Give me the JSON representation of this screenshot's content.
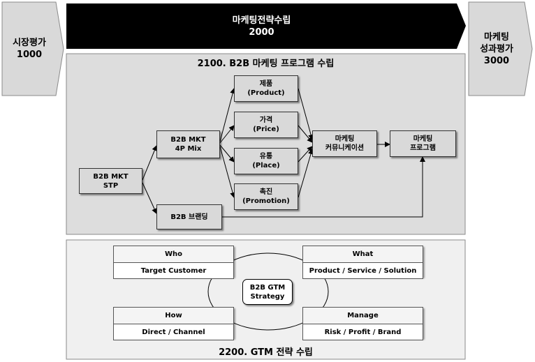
{
  "left_step": {
    "line1": "시장평가",
    "line2": "1000"
  },
  "top_bar": {
    "line1": "마케팅전략수립",
    "line2": "2000"
  },
  "right_step": {
    "line1": "마케팅",
    "line2": "성과평가",
    "line3": "3000"
  },
  "section_2100": {
    "title": "2100. B2B 마케팅 프로그램 수립",
    "nodes": {
      "stp": {
        "line1": "B2B MKT",
        "line2": "STP"
      },
      "mix": {
        "line1": "B2B MKT",
        "line2": "4P Mix"
      },
      "brand": {
        "line1": "B2B 브랜딩"
      },
      "product": {
        "line1": "제품",
        "line2": "(Product)"
      },
      "price": {
        "line1": "가격",
        "line2": "(Price)"
      },
      "place": {
        "line1": "유통",
        "line2": "(Place)"
      },
      "promotion": {
        "line1": "촉진",
        "line2": "(Promotion)"
      },
      "comm": {
        "line1": "마케팅",
        "line2": "커뮤니케이션"
      },
      "program": {
        "line1": "마케팅",
        "line2": "프로그램"
      }
    }
  },
  "section_2200": {
    "title": "2200. GTM 전략 수립",
    "center": {
      "line1": "B2B GTM",
      "line2": "Strategy"
    },
    "cards": [
      {
        "head": "Who",
        "body": "Target  Customer"
      },
      {
        "head": "What",
        "body": "Product / Service / Solution"
      },
      {
        "head": "How",
        "body": "Direct / Channel"
      },
      {
        "head": "Manage",
        "body": "Risk / Profit / Brand"
      }
    ]
  }
}
